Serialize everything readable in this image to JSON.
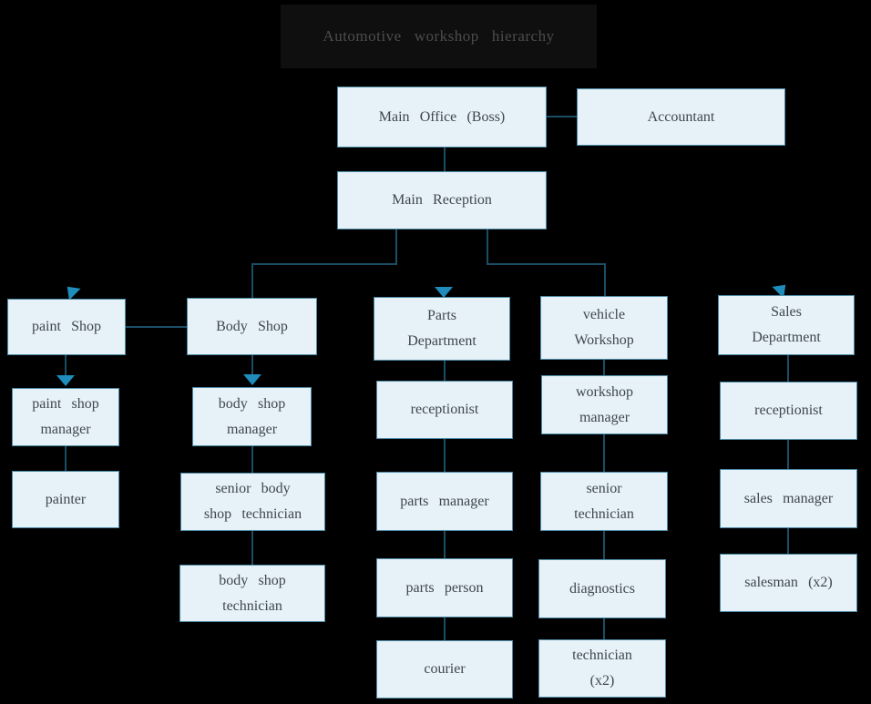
{
  "title": "Automotive workshop hierarchy",
  "colors": {
    "background": "#000000",
    "box_fill": "#e6f1f8",
    "box_border": "#4e8ba6",
    "line": "#1b4e66",
    "arrow": "#1f8cbb",
    "text": "#41474e",
    "title_bg": "#0f0f0f",
    "title_text": "#4c4c4c"
  },
  "icons": {
    "arrow_down": "triangle-down",
    "arrow_up_left": "triangle-up-left",
    "arrow_up_right": "triangle-up-right"
  },
  "nodes": {
    "main_office": {
      "label": "Main Office (Boss)"
    },
    "accountant": {
      "label": "Accountant"
    },
    "main_reception": {
      "label": "Main Reception"
    },
    "paint_shop": {
      "label": "paint Shop"
    },
    "body_shop": {
      "label": "Body Shop"
    },
    "parts_department": {
      "label": [
        "Parts",
        "Department"
      ]
    },
    "vehicle_workshop": {
      "label": [
        "vehicle",
        "Workshop"
      ]
    },
    "sales_department": {
      "label": [
        "Sales",
        "Department"
      ]
    },
    "paint_shop_manager": {
      "label": [
        "paint shop",
        "manager"
      ]
    },
    "body_shop_manager": {
      "label": [
        "body shop",
        "manager"
      ]
    },
    "parts_receptionist": {
      "label": "receptionist"
    },
    "workshop_manager": {
      "label": [
        "workshop",
        "manager"
      ]
    },
    "sales_receptionist": {
      "label": "receptionist"
    },
    "painter": {
      "label": "painter"
    },
    "senior_body_shop_technician": {
      "label": [
        "senior body",
        "shop technician"
      ]
    },
    "parts_manager": {
      "label": "parts manager"
    },
    "senior_technician": {
      "label": [
        "senior",
        "technician"
      ]
    },
    "sales_manager": {
      "label": "sales manager"
    },
    "body_shop_technician": {
      "label": [
        "body shop",
        "technician"
      ]
    },
    "parts_person": {
      "label": "parts person"
    },
    "diagnostics": {
      "label": "diagnostics"
    },
    "salesman": {
      "label": "salesman (x2)"
    },
    "courier": {
      "label": "courier"
    },
    "technician_x2": {
      "label": [
        "technician",
        "(x2)"
      ]
    }
  }
}
